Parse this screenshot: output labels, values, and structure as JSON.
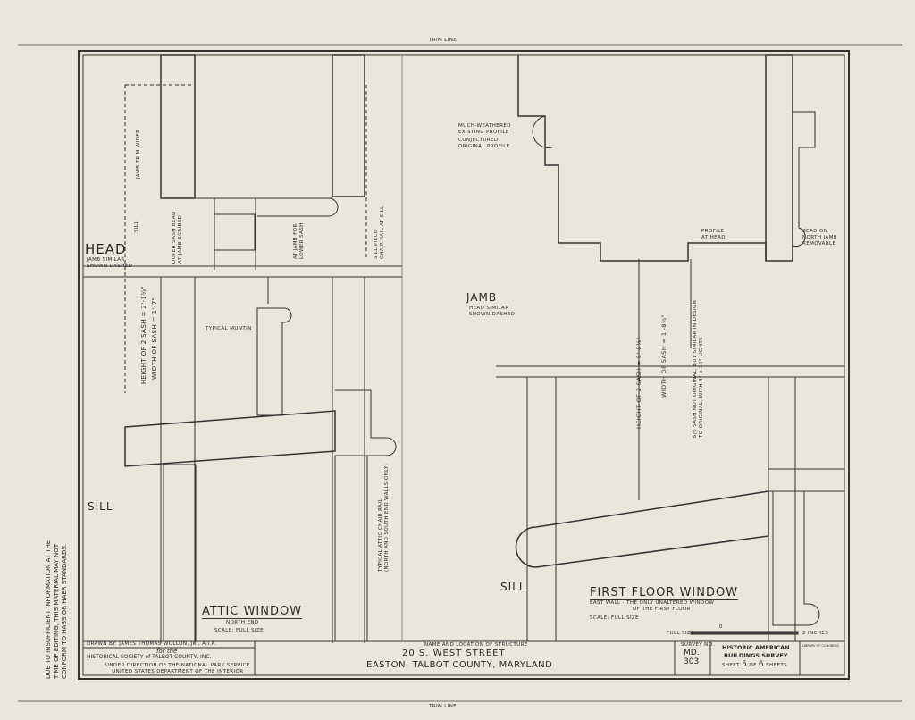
{
  "sheet": {
    "trim_line_top": "TRIM LINE",
    "trim_line_bottom": "TRIM LINE",
    "side_note": [
      "DUE TO INSUFFICIENT INFORMATION AT THE",
      "TIME OF EDITING, THIS MATERIAL MAY NOT",
      "CONFORM TO HABS OR HAER STANDARDS."
    ]
  },
  "attic": {
    "head_label": "HEAD",
    "head_note": [
      "JAMB SIMILAR",
      "SHOWN DASHED"
    ],
    "jamb_trim": "JAMB TRIM WIDER",
    "sill_dim": "SILL",
    "outer_bead": [
      "OUTER SASH BEAD",
      "AT JAMB SCRIBED"
    ],
    "lower_sash": [
      "AT JAMB FOR",
      "LOWER SASH"
    ],
    "sill_piece": [
      "SILL PIECE",
      "CHAIR RAIL AT SILL"
    ],
    "height": "HEIGHT OF 2 SASH = 2'-1½\"",
    "width": "WIDTH OF SASH = 1'-7\"",
    "muntin": "TYPICAL MUNTIN",
    "sill_label": "SILL",
    "chair_rail": [
      "TYPICAL ATTIC CHAIR RAIL",
      "(NORTH AND SOUTH END WALLS ONLY)"
    ],
    "title": "ATTIC WINDOW",
    "subtitle": "NORTH END",
    "scale": "SCALE: FULL SIZE"
  },
  "first_floor": {
    "weathered": [
      "MUCH-WEATHERED",
      "EXISTING PROFILE"
    ],
    "conjectured": [
      "CONJECTURED",
      "ORIGINAL PROFILE"
    ],
    "profile_head": [
      "PROFILE",
      "AT HEAD"
    ],
    "bead": [
      "BEAD ON",
      "NORTH JAMB",
      "REMOVABLE"
    ],
    "jamb_label": "JAMB",
    "jamb_note": [
      "HEAD SIMILAR",
      "SHOWN DASHED"
    ],
    "height": "HEIGHT OF 2 SASH = 5'-8½\"",
    "width": "WIDTH OF SASH = 1'-8¾\"",
    "sash_note": [
      "6/6 SASH NOT ORIGINAL, BUT SIMILAR IN DESIGN",
      "TO ORIGINAL, WITH 8\" x 10\" LIGHTS"
    ],
    "sill_label": "SILL",
    "title": "FIRST FLOOR WINDOW",
    "subtitle": [
      "EAST WALL - THE ONLY UNALTERED WINDOW",
      "OF THE FIRST FLOOR"
    ],
    "scale": "SCALE: FULL SIZE",
    "scalebar": {
      "left": "FULL SIZE",
      "zero": "0",
      "right": "2 INCHES"
    }
  },
  "title_block": {
    "drawn_by": "DRAWN BY: JAMES THOMAS WOLLON, JR., A.I.A.",
    "for": "for the",
    "society": "HISTORICAL SOCIETY of TALBOT COUNTY, INC.",
    "direction": [
      "UNDER DIRECTION OF THE NATIONAL PARK SERVICE",
      "UNITED STATES DEPARTMENT OF THE INTERIOR"
    ],
    "name_label": "NAME AND LOCATION OF STRUCTURE",
    "address": "20 S. WEST STREET",
    "location": "EASTON, TALBOT COUNTY, MARYLAND",
    "survey_label": "SURVEY NO.",
    "survey_no": [
      "MD.",
      "303"
    ],
    "habs": [
      "HISTORIC AMERICAN",
      "BUILDINGS SURVEY"
    ],
    "sheet": {
      "prefix": "SHEET",
      "num": "5",
      "of": "OF",
      "total": "6",
      "suffix": "SHEETS"
    },
    "loc": "LIBRARY OF CONGRESS"
  }
}
